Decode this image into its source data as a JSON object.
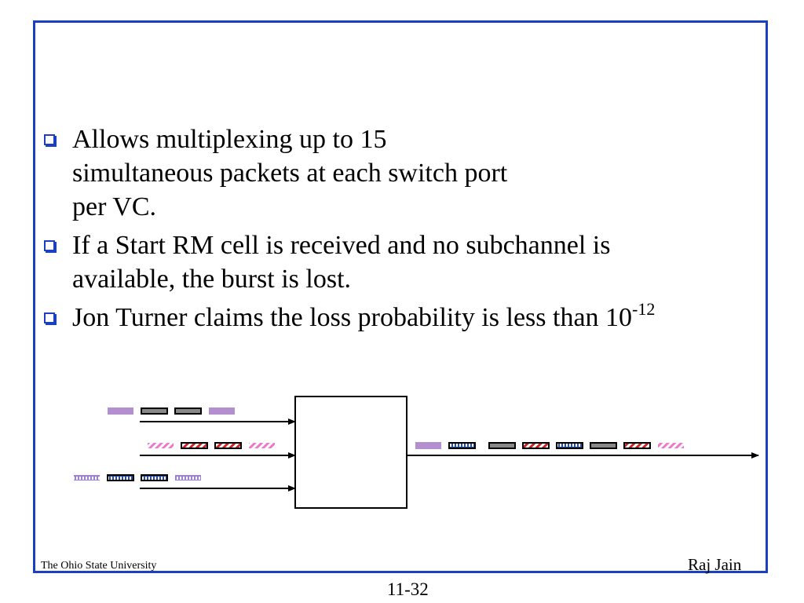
{
  "bullets": [
    {
      "lines": [
        "Allows multiplexing up to 15",
        "simultaneous packets at each switch port",
        "per VC."
      ]
    },
    {
      "lines": [
        "If a Start RM cell is received and no subchannel is",
        "available, the burst is lost."
      ]
    },
    {
      "text": "Jon Turner claims the loss probability is less than 10",
      "superscript": "-12"
    }
  ],
  "footer": {
    "left": "The Ohio State University",
    "right": "Raj Jain",
    "page": "11-32"
  },
  "diagram": {
    "inputs": [
      {
        "cells": [
          "solid-violet",
          "solid-gray",
          "solid-gray",
          "solid-violet"
        ]
      },
      {
        "cells": [
          "hatch-pink",
          "hatch-red",
          "hatch-red",
          "hatch-pink"
        ]
      },
      {
        "cells": [
          "dotted-violet",
          "dotted-blue",
          "dotted-blue",
          "dotted-violet"
        ]
      }
    ],
    "output": [
      "solid-violet",
      "dotted-blue",
      "solid-gray",
      "hatch-red",
      "dotted-blue",
      "solid-gray",
      "hatch-red",
      "hatch-pink"
    ],
    "colors": {
      "frame": "#1a3fbf",
      "solid-violet": "#b48fd0",
      "solid-gray": "#888888",
      "hatch-pink-base": "#ee77cc",
      "hatch-red-base": "#cc2222",
      "dotted-violet-base": "#9a7fe0",
      "dotted-blue-base": "#1f4da8"
    }
  }
}
